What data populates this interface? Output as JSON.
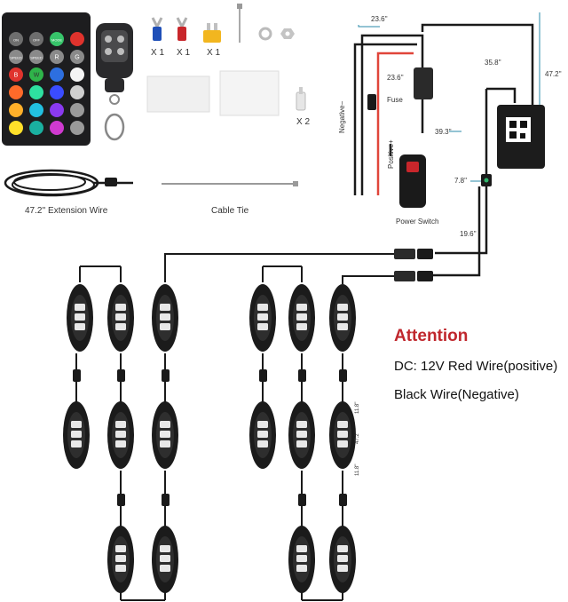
{
  "accessories": {
    "terminal_qty_1": "X 1",
    "terminal_qty_2": "X 1",
    "fuse_qty": "X 1",
    "connector_qty": "X 2",
    "extension_wire_label": "47.2'' Extension Wire",
    "cable_tie_label": "Cable Tie"
  },
  "remote": {
    "buttons": [
      "ON",
      "OFF",
      "MODE",
      "",
      "SPEED",
      "SPEED",
      "R",
      "G",
      "B",
      "W",
      "",
      "",
      "",
      "",
      "",
      "",
      "",
      "",
      "",
      ""
    ]
  },
  "wiring": {
    "negative_label": "Negative−",
    "positive_label": "Positive+",
    "fuse_label": "Fuse",
    "power_switch_label": "Power Switch",
    "len_23_6_top": "23.6''",
    "len_23_6_mid": "23.6''",
    "len_39_3": "39.3''",
    "len_35_8": "35.8''",
    "len_47_2": "47.2''",
    "len_7_8": "7.8''",
    "len_19_6": "19.6''"
  },
  "pod_labels": {
    "a": "11.8''",
    "b": "47.2''",
    "c": "11.8''"
  },
  "attention": {
    "title": "Attention",
    "line1": "DC: 12V  Red Wire(positive)",
    "line2": "Black Wire(Negative)"
  },
  "colors": {
    "attention_red": "#c0272d",
    "wire_black": "#1a1a1a",
    "wire_red": "#e0453a",
    "guide_teal": "#2a8aa8"
  }
}
